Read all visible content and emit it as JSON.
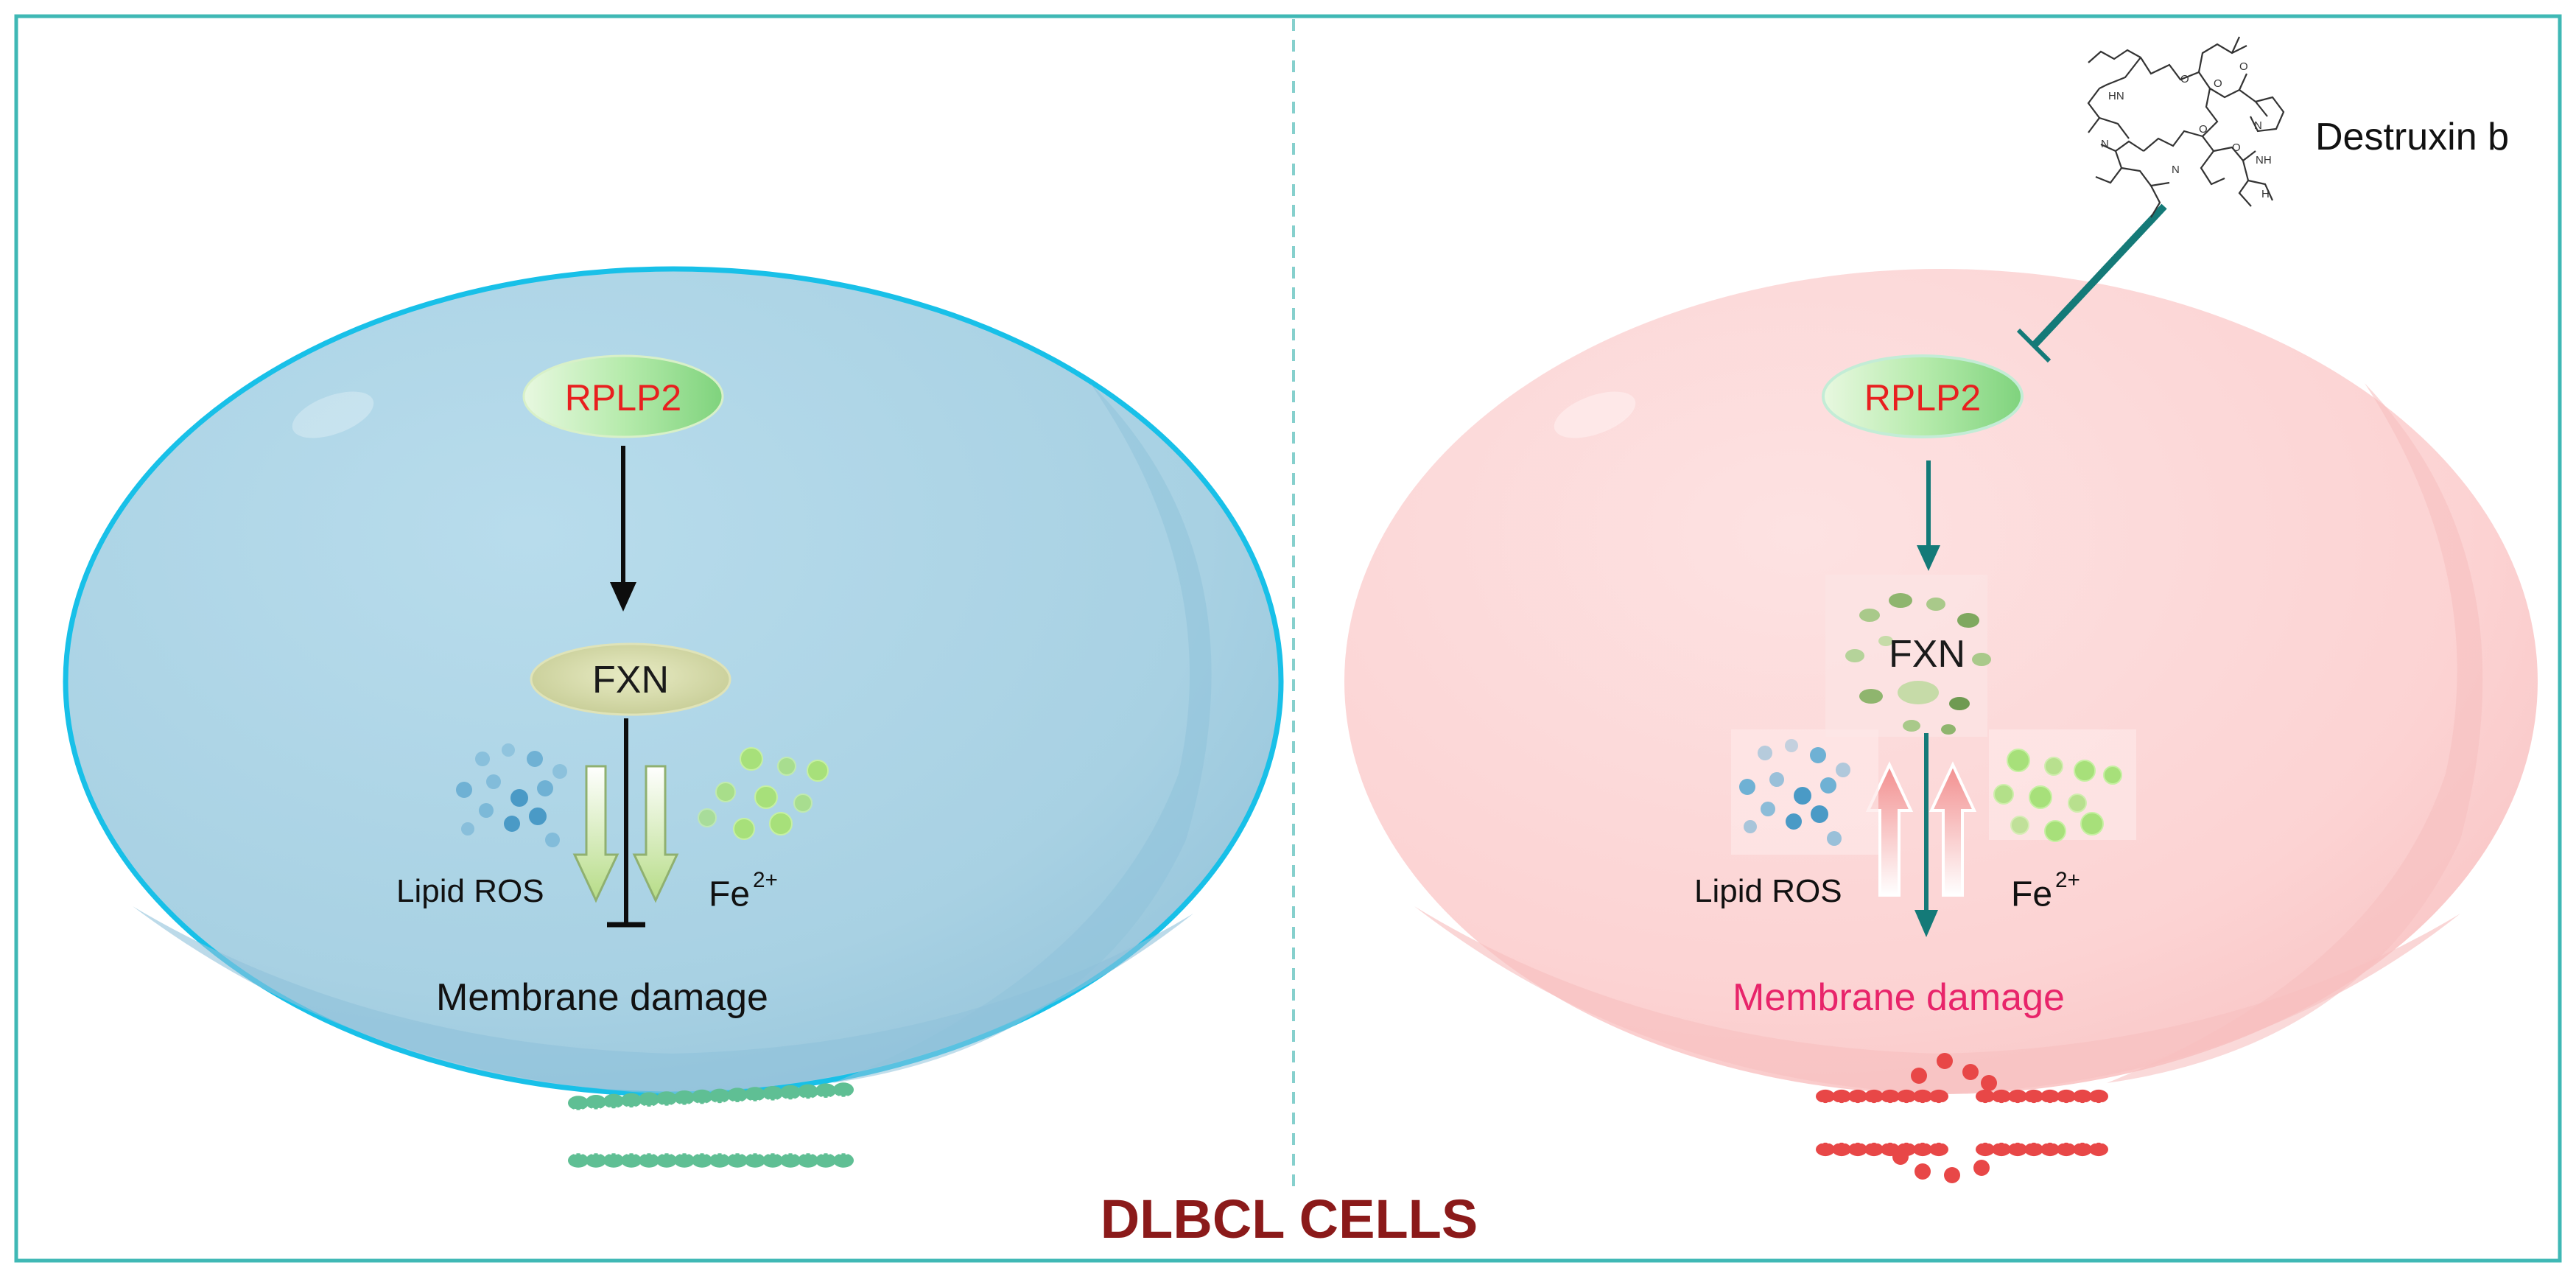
{
  "caption": "DLBCL CELLS",
  "drug": {
    "name": "Destruxin b"
  },
  "left_cell": {
    "gene": "RPLP2",
    "target": "FXN",
    "lipid_ros": "Lipid ROS",
    "iron": {
      "base": "Fe",
      "charge": "2+"
    },
    "outcome": "Membrane damage"
  },
  "right_cell": {
    "gene": "RPLP2",
    "target": "FXN",
    "lipid_ros": "Lipid ROS",
    "iron": {
      "base": "Fe",
      "charge": "2+"
    },
    "outcome": "Membrane damage"
  },
  "molecule_atoms": [
    "HN",
    "O",
    "O",
    "O",
    "N",
    "O",
    "N",
    "NH",
    "N",
    "O",
    "H"
  ],
  "colors": {
    "frame": "#3fb8b5",
    "caption": "#8b1a1a",
    "gene_text": "#e8201f",
    "damage_text": "#e8246a",
    "teal_arrow": "#147a78",
    "left_cell_fill": "#a9d2e4",
    "left_cell_border": "#18c0e8",
    "right_cell_fill": "#fdd4d4",
    "membrane_green": "#5fbf94",
    "membrane_red": "#e84747"
  }
}
